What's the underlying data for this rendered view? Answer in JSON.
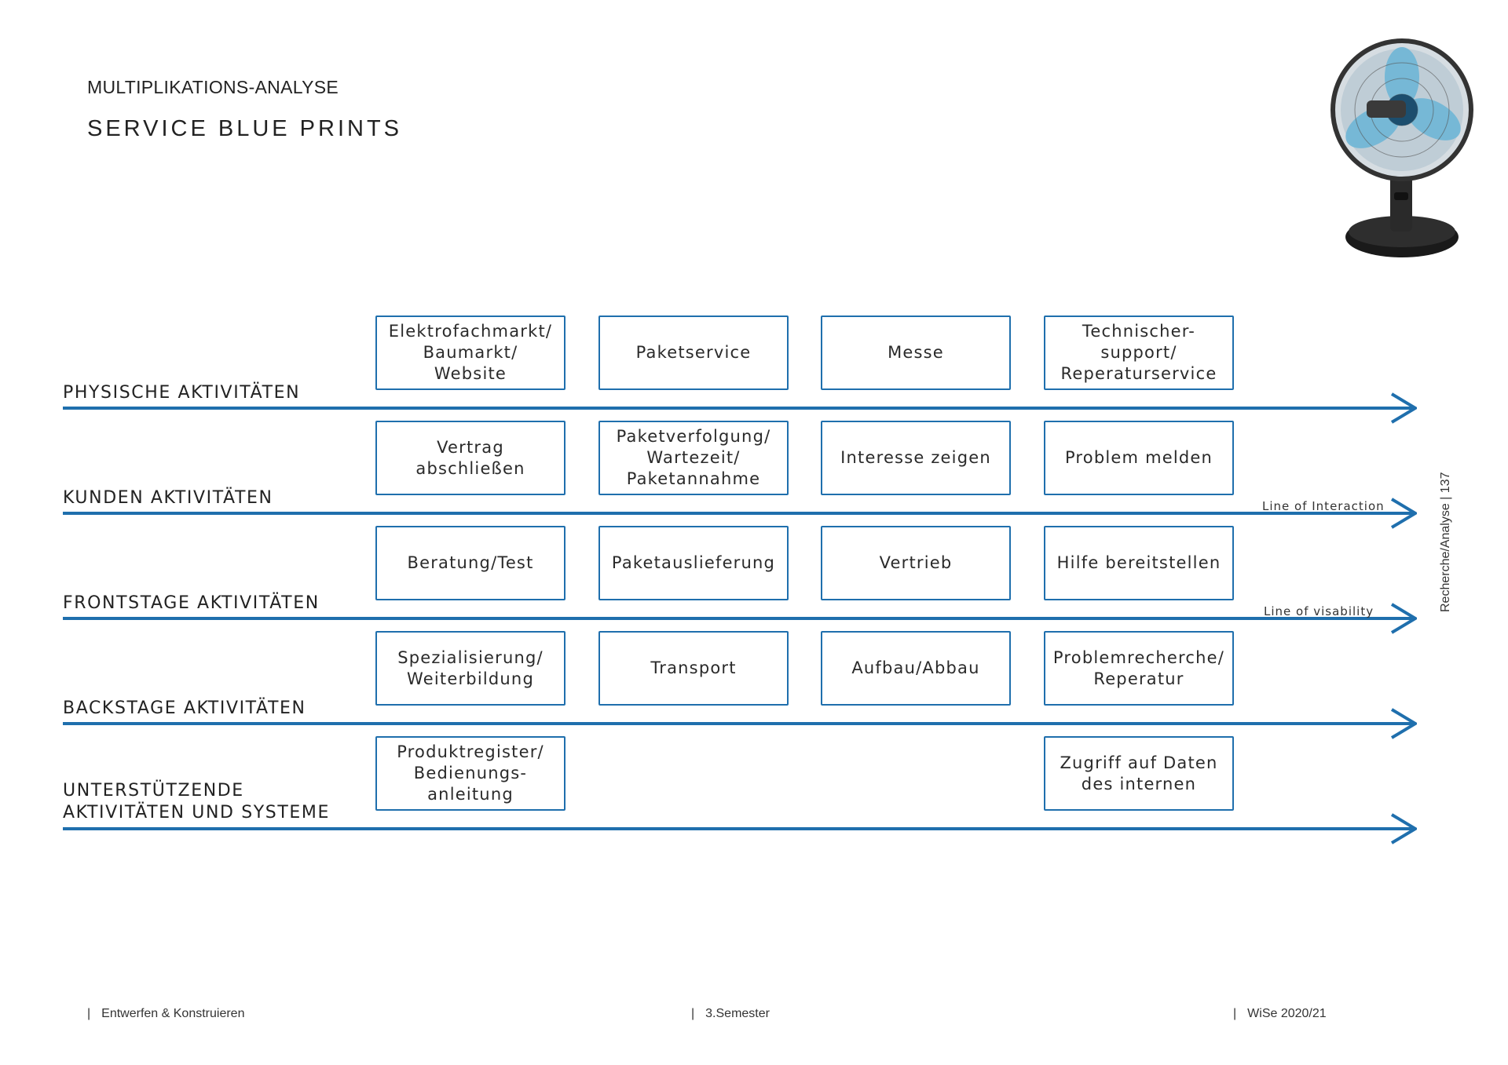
{
  "header": {
    "kicker": "MULTIPLIKATIONS-ANALYSE",
    "title": "SERVICE BLUE PRINTS"
  },
  "colors": {
    "accent": "#1f6fad"
  },
  "lanes": [
    {
      "label": "PHYSISCHE AKTIVITÄTEN",
      "boxes": [
        "Elektrofachmarkt/\nBaumarkt/\nWebsite",
        "Paketservice",
        "Messe",
        "Technischer-\nsupport/\nReperaturservice"
      ]
    },
    {
      "label": "KUNDEN AKTIVITÄTEN",
      "boxes": [
        "Vertrag\nabschließen",
        "Paketverfolgung/\nWartezeit/\nPaketannahme",
        "Interesse zeigen",
        "Problem melden"
      ],
      "note": "Line of Interaction"
    },
    {
      "label": "FRONTSTAGE AKTIVITÄTEN",
      "boxes": [
        "Beratung/Test",
        "Paketauslieferung",
        "Vertrieb",
        "Hilfe bereitstellen"
      ],
      "note": "Line of visability"
    },
    {
      "label": "BACKSTAGE AKTIVITÄTEN",
      "boxes": [
        "Spezialisierung/\nWeiterbildung",
        "Transport",
        "Aufbau/Abbau",
        "Problemrecherche/\nReperatur"
      ]
    },
    {
      "label": "UNTERSTÜTZENDE\nAKTIVITÄTEN UND SYSTEME",
      "boxes": [
        "Produktregister/\nBedienungs-\nanleitung",
        "",
        "",
        "Zugriff auf Daten\ndes internen"
      ]
    }
  ],
  "side": {
    "text": "Recherche/Analyse  |  137"
  },
  "footer": {
    "left": "Entwerfen & Konstruieren",
    "center": "3.Semester",
    "right": "WiSe 2020/21",
    "separator": "|"
  }
}
